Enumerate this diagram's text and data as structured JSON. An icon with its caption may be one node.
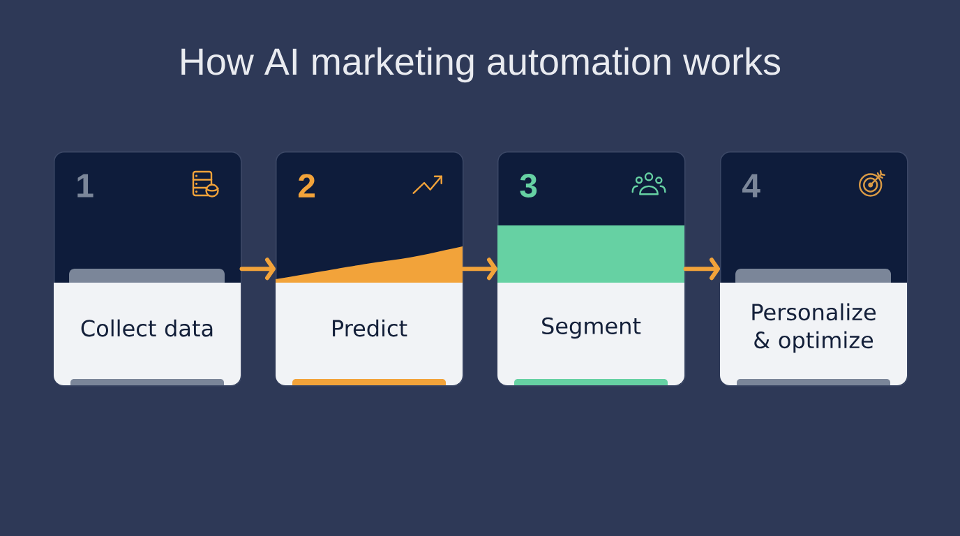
{
  "diagram": {
    "title": "How AI marketing automation works",
    "nodes": [
      {
        "text": [
          "1",
          "Collect data"
        ]
      },
      {
        "text": [
          "2",
          "Predict"
        ]
      },
      {
        "text": [
          "3",
          "Segment"
        ]
      },
      {
        "text": [
          "4",
          "Personalize & optimize"
        ]
      }
    ],
    "edges": [
      {
        "from": 0,
        "to": 1,
        "arrow": "to"
      },
      {
        "from": 1,
        "to": 2,
        "arrow": "to"
      },
      {
        "from": 2,
        "to": 3,
        "arrow": "to"
      }
    ]
  }
}
